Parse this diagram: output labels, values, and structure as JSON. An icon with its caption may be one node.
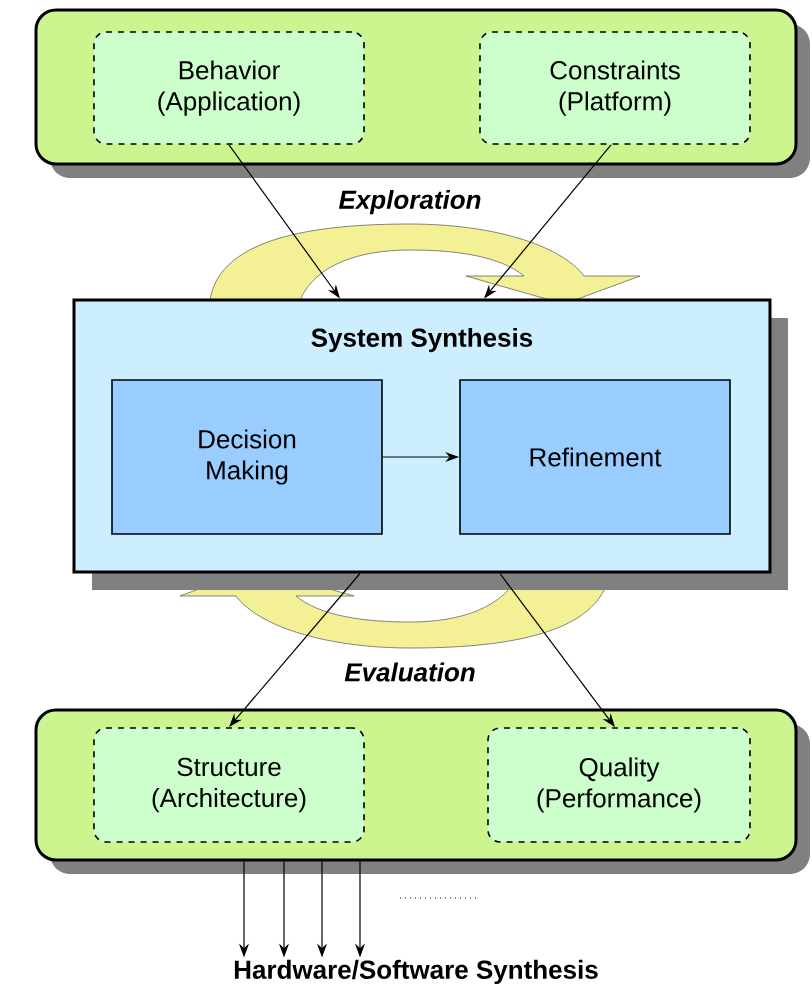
{
  "diagram": {
    "nodes": [
      {
        "text": [],
        "shape": "box"
      },
      {
        "text": [
          "Behavior (Application)"
        ],
        "in": 0
      },
      {
        "text": [
          "Constraints (Platform)"
        ],
        "in": 0
      },
      {
        "text": [
          "System Synthesis"
        ]
      },
      {
        "text": [
          "Decision Making"
        ],
        "in": 3
      },
      {
        "text": [
          "Refinement"
        ],
        "in": 3
      },
      {
        "text": [],
        "shape": "box"
      },
      {
        "text": [
          "Structure (Architecture)"
        ],
        "in": 6
      },
      {
        "text": [
          "Quality (Performance)"
        ],
        "in": 6
      },
      {
        "text": [
          "Hardware/Software Synthesis"
        ]
      }
    ],
    "edges": [
      {
        "from": 1,
        "to": 3,
        "arrow": "to"
      },
      {
        "from": 2,
        "to": 3,
        "arrow": "to"
      },
      {
        "from": 4,
        "to": 5,
        "arrow": "to"
      },
      {
        "from": 3,
        "to": 7,
        "arrow": "to"
      },
      {
        "from": 3,
        "to": 8,
        "arrow": "to"
      },
      {
        "from": 6,
        "to": 9,
        "arrow": "to"
      },
      {
        "from": 6,
        "to": 9,
        "arrow": "to"
      },
      {
        "from": 6,
        "to": 9,
        "arrow": "to"
      },
      {
        "from": 6,
        "to": 9,
        "arrow": "to"
      }
    ],
    "labels": [
      "Exploration",
      "Evaluation"
    ]
  }
}
